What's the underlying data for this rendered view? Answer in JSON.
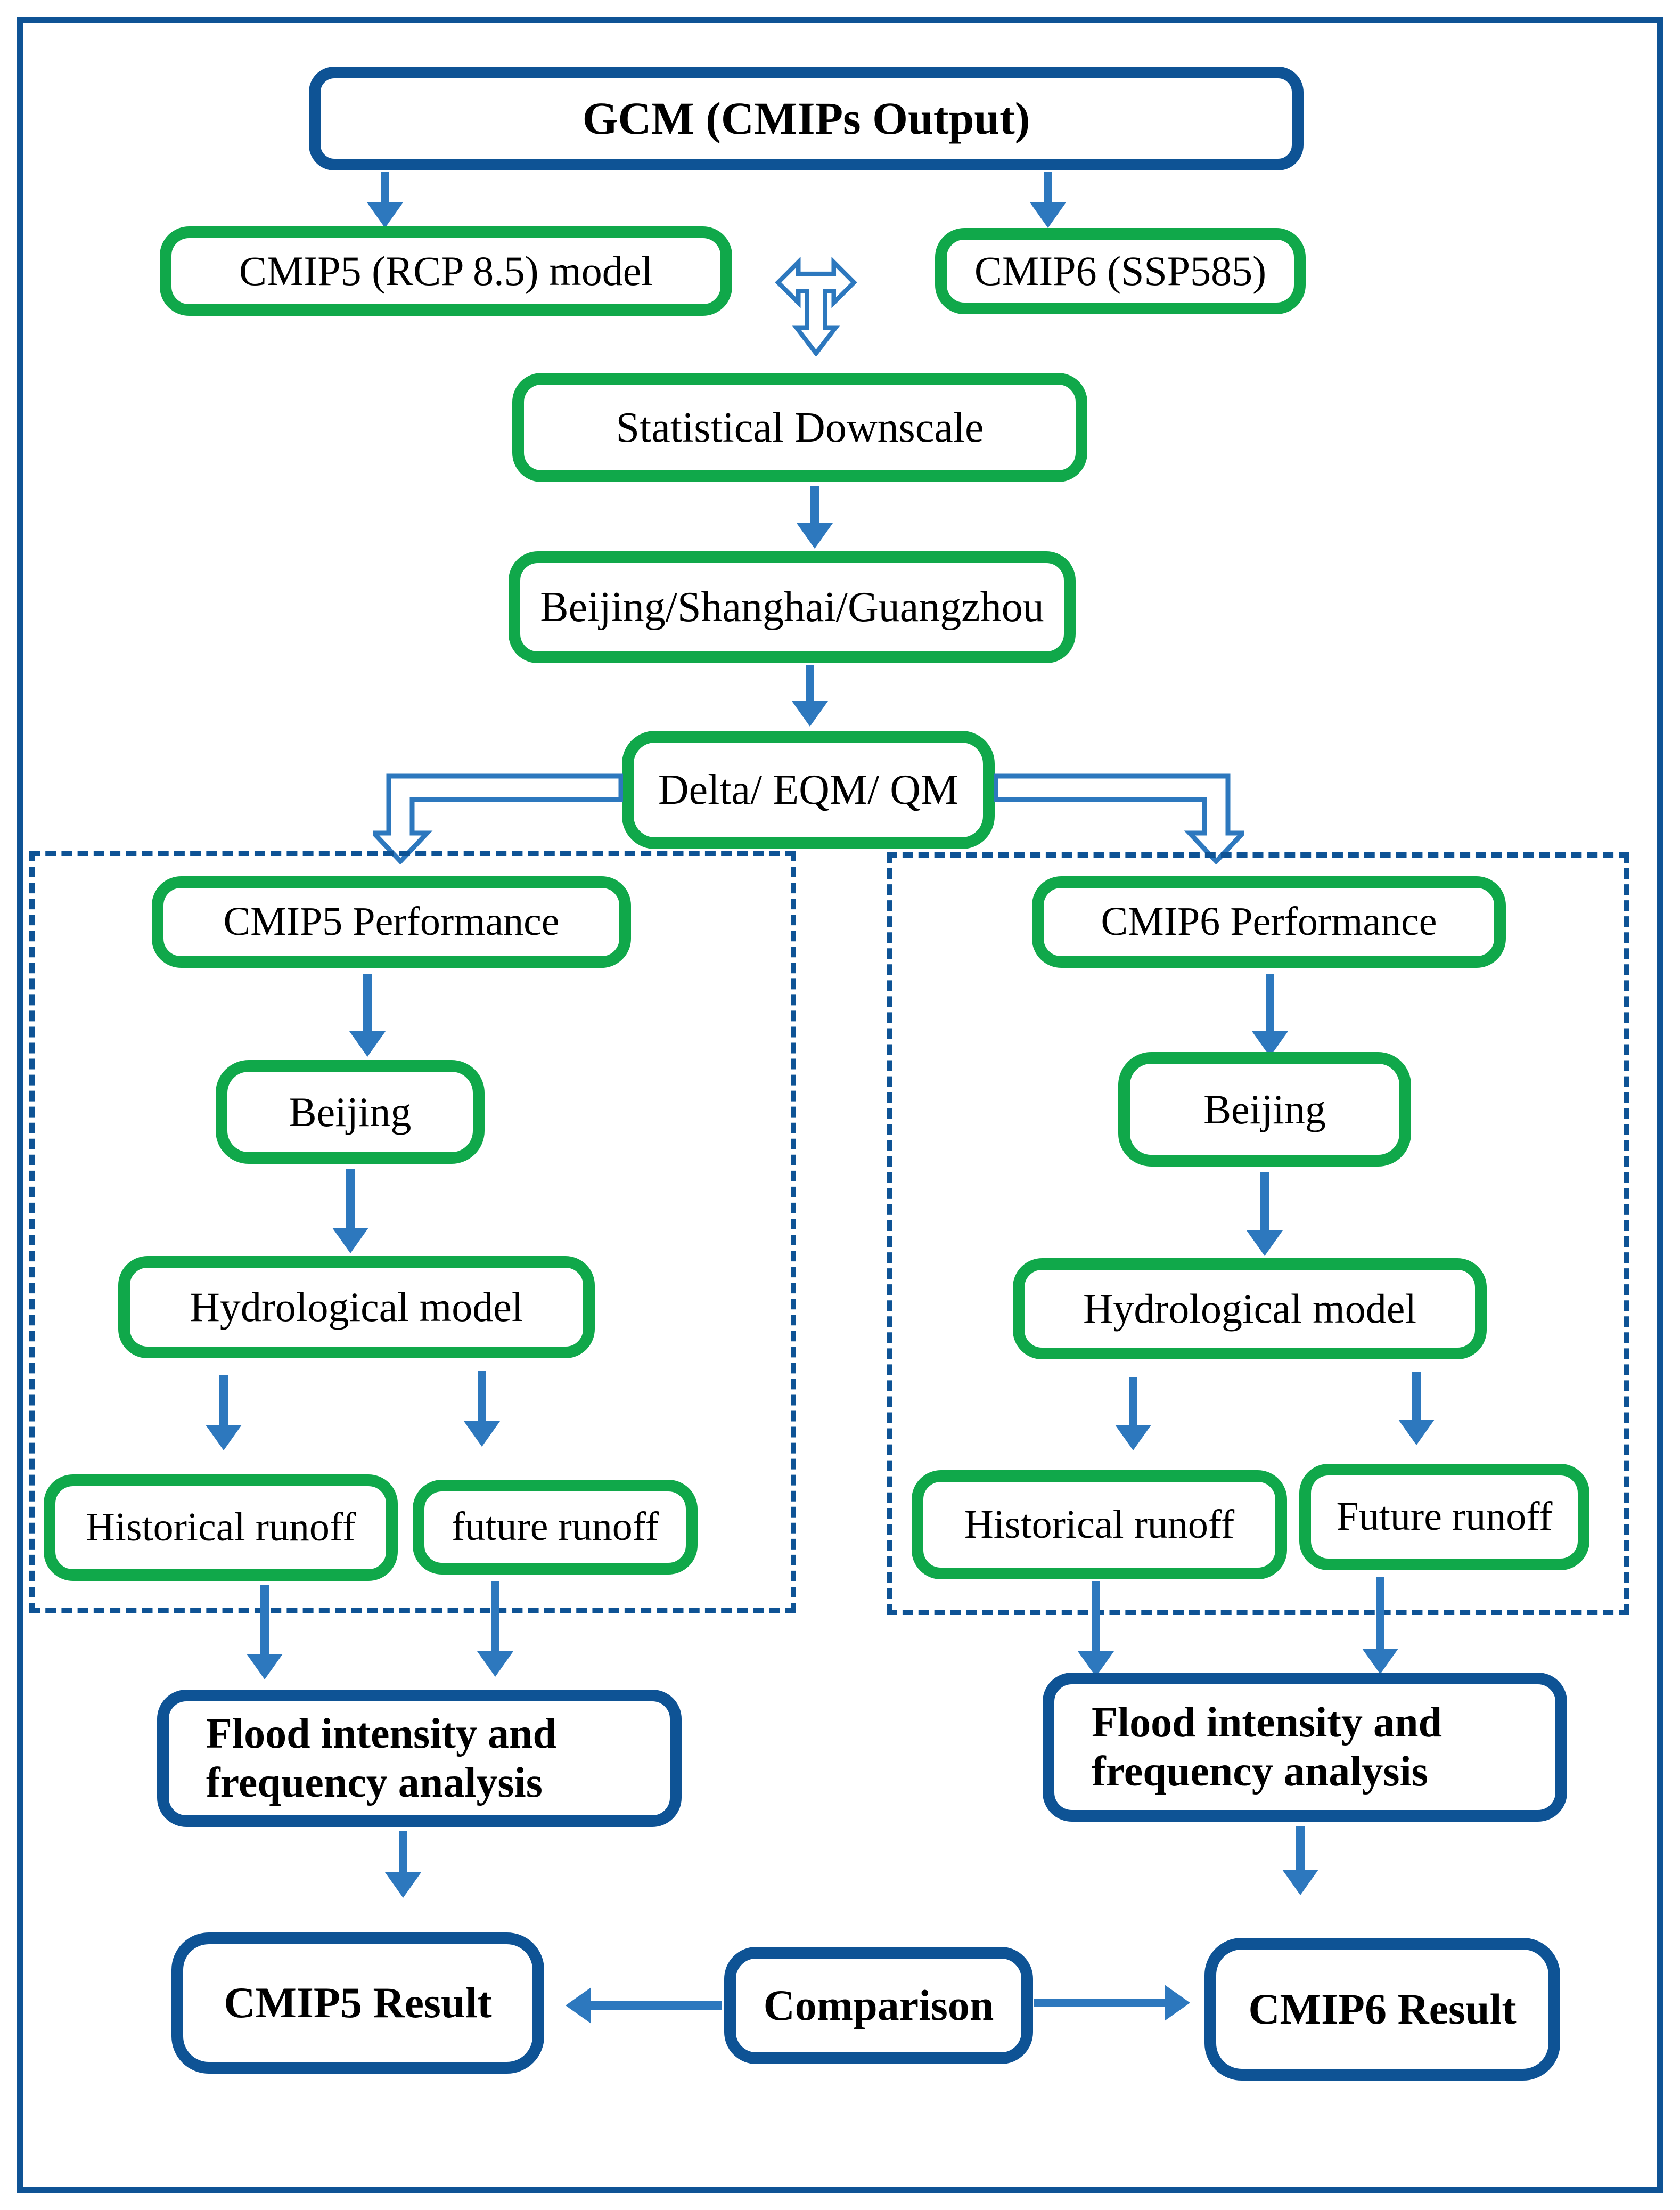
{
  "colors": {
    "green": "#10A84A",
    "dark_blue": "#0E5395",
    "arrow_blue": "#2D78BE"
  },
  "nodes": {
    "gcm": "GCM (CMIPs Output)",
    "cmip5_model": "CMIP5 (RCP 8.5) model",
    "cmip6_model": "CMIP6 (SSP585)",
    "downscale": "Statistical Downscale",
    "cities": "Beijing/Shanghai/Guangzhou",
    "methods": "Delta/ EQM/ QM",
    "comparison": "Comparison"
  },
  "left_panel": {
    "performance": "CMIP5 Performance",
    "city": "Beijing",
    "hydrological": "Hydrological model",
    "historical_runoff": "Historical runoff",
    "future_runoff": "future runoff",
    "flood_line1": "Flood intensity and",
    "flood_line2": "frequency analysis",
    "result": "CMIP5 Result"
  },
  "right_panel": {
    "performance": "CMIP6 Performance",
    "city": "Beijing",
    "hydrological": "Hydrological model",
    "historical_runoff": "Historical runoff",
    "future_runoff": "Future runoff",
    "flood_line1": "Flood intensity and",
    "flood_line2": "frequency analysis",
    "result": "CMIP6 Result"
  }
}
